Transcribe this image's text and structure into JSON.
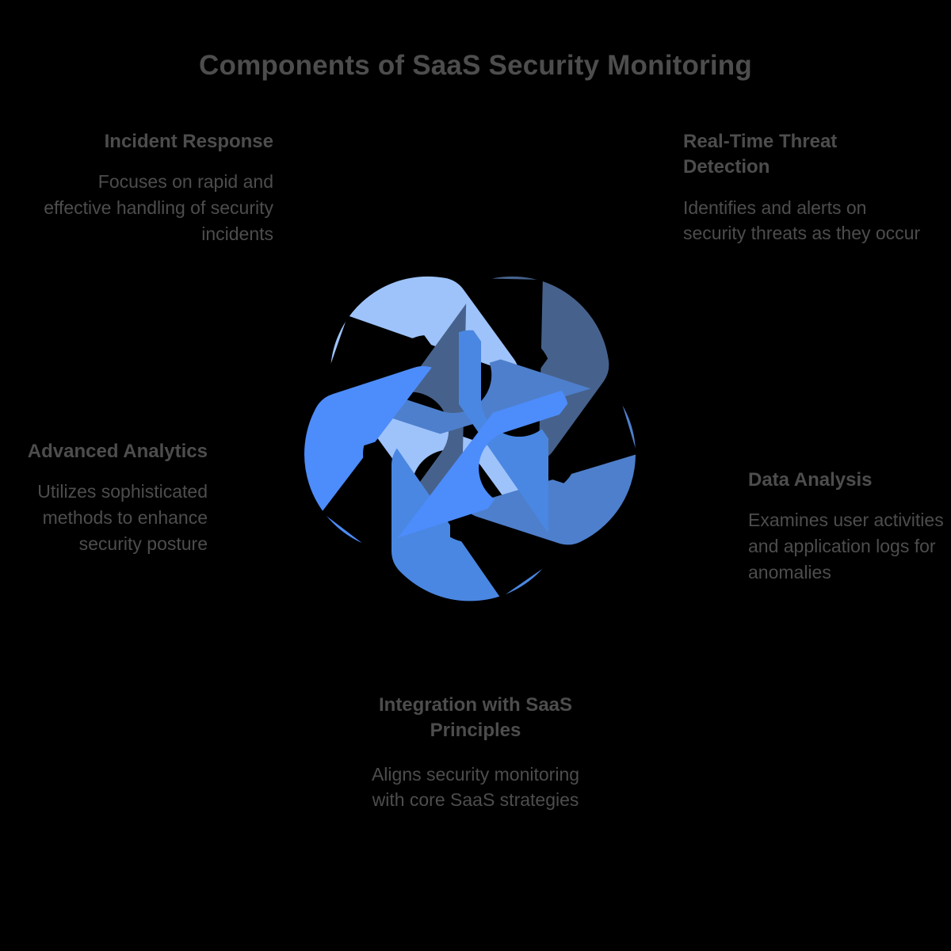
{
  "page": {
    "title": "Components of SaaS Security Monitoring",
    "background_color": "#000000",
    "text_color": "#4d4d4d"
  },
  "diagram": {
    "type": "interlocking-knot",
    "description": "Five interlocking U-shaped bands woven in a radial pentagonal knot",
    "palette": {
      "light_blue": "#9ec3fb",
      "dark_slate_blue": "#46628c",
      "bright_blue": "#4d8cfb",
      "medium_blue": "#4e7fcc",
      "azure_blue": "#4a87e2"
    },
    "bands": [
      {
        "name": "incident-response-band",
        "color": "#9ec3fb",
        "position": "top-left"
      },
      {
        "name": "real-time-threat-band",
        "color": "#46628c",
        "position": "top-right"
      },
      {
        "name": "advanced-analytics-band",
        "color": "#4d8cfb",
        "position": "left"
      },
      {
        "name": "data-analysis-band",
        "color": "#4e7fcc",
        "position": "right"
      },
      {
        "name": "integration-saas-band",
        "color": "#4a87e2",
        "position": "bottom"
      }
    ]
  },
  "components": [
    {
      "id": "incident-response",
      "heading": "Incident Response",
      "description": "Focuses on rapid and effective handling of security incidents",
      "align": "right",
      "color": "#9ec3fb"
    },
    {
      "id": "real-time-threat-detection",
      "heading": "Real-Time Threat Detection",
      "description": "Identifies and alerts on security threats as they occur",
      "align": "left",
      "color": "#46628c"
    },
    {
      "id": "advanced-analytics",
      "heading": "Advanced Analytics",
      "description": "Utilizes sophisticated methods to enhance security posture",
      "align": "right",
      "color": "#4d8cfb"
    },
    {
      "id": "data-analysis",
      "heading": "Data Analysis",
      "description": "Examines user activities and application logs for anomalies",
      "align": "left",
      "color": "#4e7fcc"
    },
    {
      "id": "integration-with-saas-principles",
      "heading": "Integration with SaaS Principles",
      "description": "Aligns security monitoring with core SaaS strategies",
      "align": "center",
      "color": "#4a87e2"
    }
  ]
}
